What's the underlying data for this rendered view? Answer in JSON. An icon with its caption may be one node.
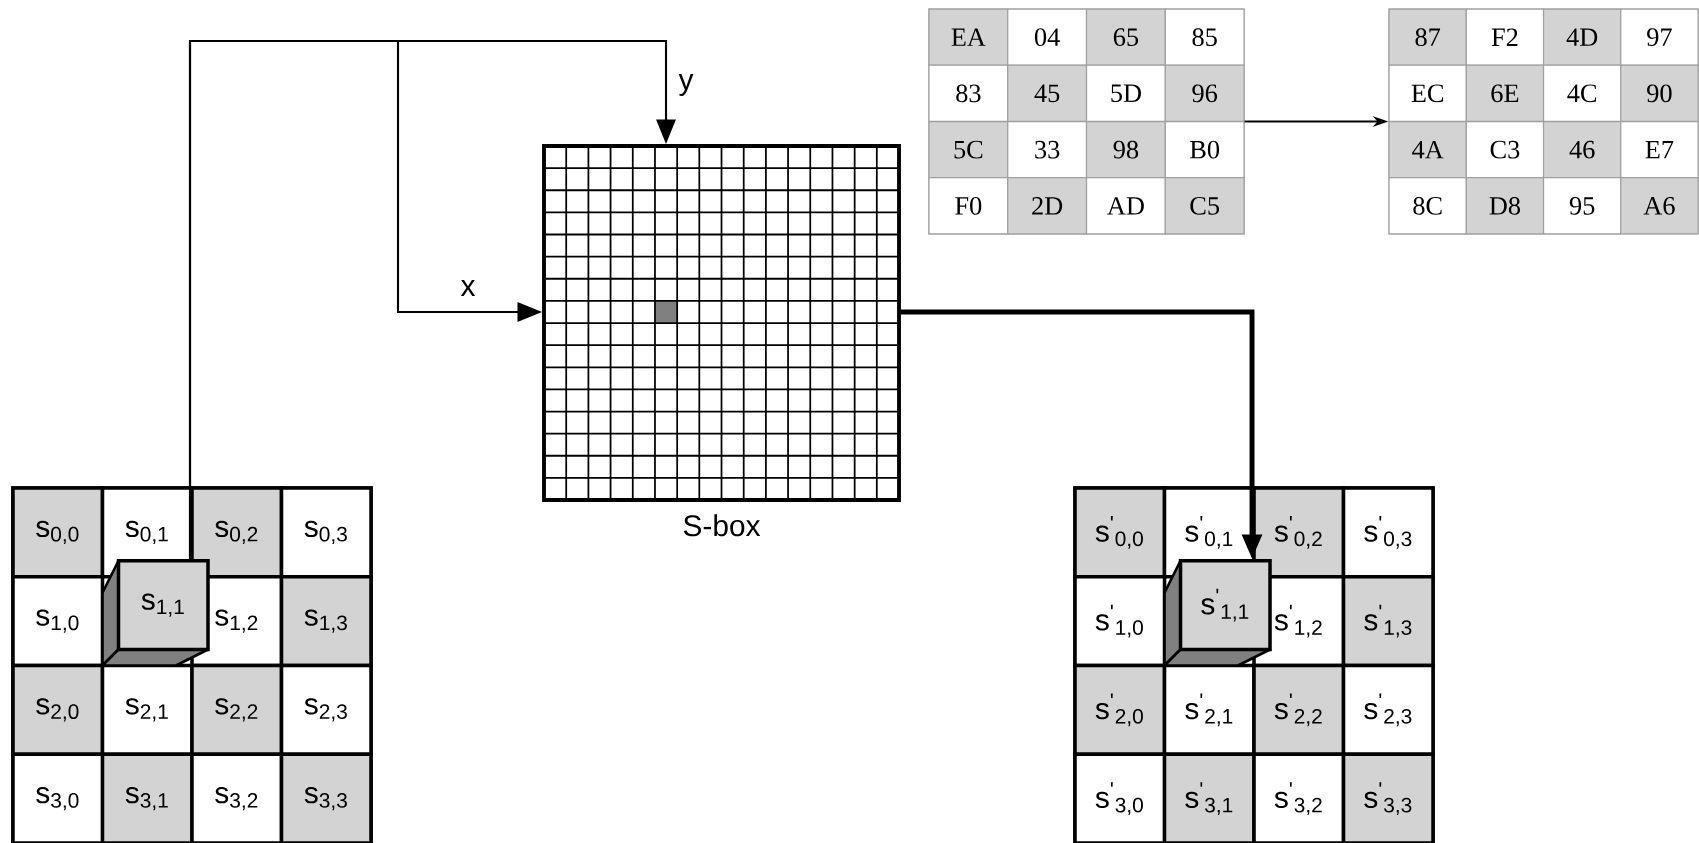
{
  "diagram": {
    "nodes": [
      {
        "text": [],
        "shape": "box"
      },
      {
        "text": [
          "s$_{0,0}$"
        ],
        "in": 0
      },
      {
        "text": [
          "s$_{0,1}$"
        ],
        "in": 0
      },
      {
        "text": [
          "s$_{0,2}$"
        ],
        "in": 0
      },
      {
        "text": [
          "s$_{0,3}$"
        ],
        "in": 0
      },
      {
        "text": [
          "s$_{1,0}$"
        ],
        "in": 0
      },
      {
        "text": [
          "s$_{1,1}$"
        ],
        "in": 0
      },
      {
        "text": [
          "s$_{1,2}$"
        ],
        "in": 0
      },
      {
        "text": [
          "s$_{1,3}$"
        ],
        "in": 0
      },
      {
        "text": [
          "s$_{2,0}$"
        ],
        "in": 0
      },
      {
        "text": [
          "s$_{2,1}$"
        ],
        "in": 0
      },
      {
        "text": [
          "s$_{2,2}$"
        ],
        "in": 0
      },
      {
        "text": [
          "s$_{2,3}$"
        ],
        "in": 0
      },
      {
        "text": [
          "s$_{3,0}$"
        ],
        "in": 0
      },
      {
        "text": [
          "s$_{3,1}$"
        ],
        "in": 0
      },
      {
        "text": [
          "s$_{3,2}$"
        ],
        "in": 0
      },
      {
        "text": [
          "s$_{3,3}$"
        ],
        "in": 0
      },
      {
        "text": [
          "S-box"
        ]
      },
      {
        "text": [],
        "shape": "box"
      },
      {
        "text": [
          "s$^{'}$$_{0,0}$"
        ],
        "in": 18
      },
      {
        "text": [
          "s$^{'}$$_{0,1}$"
        ],
        "in": 18
      },
      {
        "text": [
          "s$^{'}$$_{0,2}$"
        ],
        "in": 18
      },
      {
        "text": [
          "s$^{'}$$_{0,3}$"
        ],
        "in": 18
      },
      {
        "text": [
          "s$^{'}$$_{1,0}$"
        ],
        "in": 18
      },
      {
        "text": [
          "s$^{'}$$_{1,1}$"
        ],
        "in": 18
      },
      {
        "text": [
          "s$^{'}$$_{1,2}$"
        ],
        "in": 18
      },
      {
        "text": [
          "s$^{'}$$_{1,3}$"
        ],
        "in": 18
      },
      {
        "text": [
          "s$^{'}$$_{2,0}$"
        ],
        "in": 18
      },
      {
        "text": [
          "s$^{'}$$_{2,1}$"
        ],
        "in": 18
      },
      {
        "text": [
          "s$^{'}$$_{2,2}$"
        ],
        "in": 18
      },
      {
        "text": [
          "s$^{'}$$_{2,3}$"
        ],
        "in": 18
      },
      {
        "text": [
          "s$^{'}$$_{3,0}$"
        ],
        "in": 18
      },
      {
        "text": [
          "s$^{'}$$_{3,1}$"
        ],
        "in": 18
      },
      {
        "text": [
          "s$^{'}$$_{3,2}$"
        ],
        "in": 18
      },
      {
        "text": [
          "s$^{'}$$_{3,3}$"
        ],
        "in": 18
      },
      {
        "text": [],
        "shape": "box"
      },
      {
        "text": [
          "EA"
        ],
        "in": 35
      },
      {
        "text": [
          "04"
        ],
        "in": 35
      },
      {
        "text": [
          "65"
        ],
        "in": 35
      },
      {
        "text": [
          "85"
        ],
        "in": 35
      },
      {
        "text": [
          "83"
        ],
        "in": 35
      },
      {
        "text": [
          "45"
        ],
        "in": 35
      },
      {
        "text": [
          "5D"
        ],
        "in": 35
      },
      {
        "text": [
          "96"
        ],
        "in": 35
      },
      {
        "text": [
          "5C"
        ],
        "in": 35
      },
      {
        "text": [
          "33"
        ],
        "in": 35
      },
      {
        "text": [
          "98"
        ],
        "in": 35
      },
      {
        "text": [
          "B0"
        ],
        "in": 35
      },
      {
        "text": [
          "F0"
        ],
        "in": 35
      },
      {
        "text": [
          "2D"
        ],
        "in": 35
      },
      {
        "text": [
          "AD"
        ],
        "in": 35
      },
      {
        "text": [
          "C5"
        ],
        "in": 35
      },
      {
        "text": [],
        "shape": "box"
      },
      {
        "text": [
          "87"
        ],
        "in": 52
      },
      {
        "text": [
          "F2"
        ],
        "in": 52
      },
      {
        "text": [
          "4D"
        ],
        "in": 52
      },
      {
        "text": [
          "97"
        ],
        "in": 52
      },
      {
        "text": [
          "EC"
        ],
        "in": 52
      },
      {
        "text": [
          "6E"
        ],
        "in": 52
      },
      {
        "text": [
          "4C"
        ],
        "in": 52
      },
      {
        "text": [
          "90"
        ],
        "in": 52
      },
      {
        "text": [
          "4A"
        ],
        "in": 52
      },
      {
        "text": [
          "C3"
        ],
        "in": 52
      },
      {
        "text": [
          "46"
        ],
        "in": 52
      },
      {
        "text": [
          "E7"
        ],
        "in": 52
      },
      {
        "text": [
          "8C"
        ],
        "in": 52
      },
      {
        "text": [
          "D8"
        ],
        "in": 52
      },
      {
        "text": [
          "95"
        ],
        "in": 52
      },
      {
        "text": [
          "A6"
        ],
        "in": 52
      }
    ],
    "edges": [
      {
        "from": 6,
        "to": 17,
        "arrow": "to",
        "label": "y"
      },
      {
        "from": 6,
        "to": 17,
        "arrow": "to",
        "label": "x"
      },
      {
        "from": 17,
        "to": 24,
        "arrow": "to",
        "style": "thick"
      },
      {
        "from": 35,
        "to": 52,
        "arrow": "to"
      }
    ]
  }
}
